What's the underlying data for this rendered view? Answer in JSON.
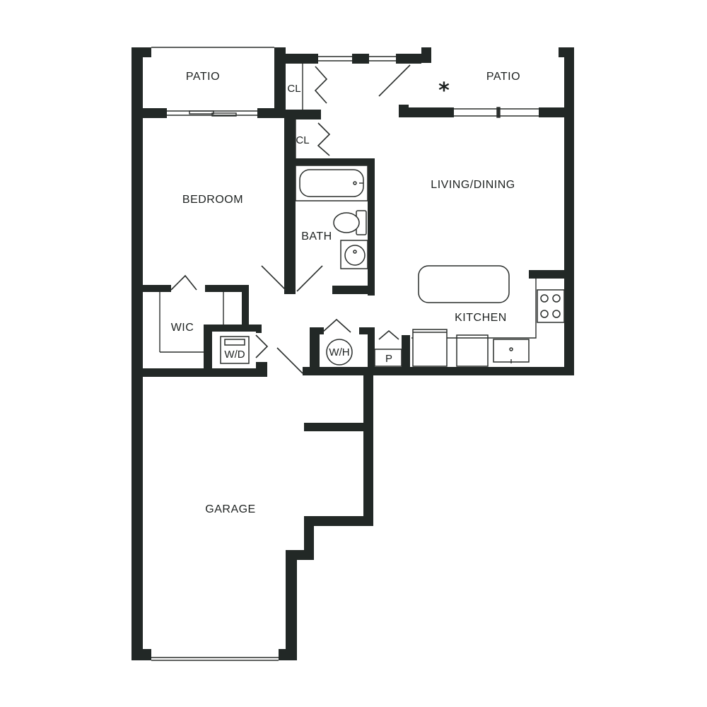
{
  "floorplan": {
    "rooms": {
      "patio_left": "PATIO",
      "patio_right": "PATIO",
      "closet_top": "CL",
      "closet_mid": "CL",
      "bedroom": "BEDROOM",
      "bath": "BATH",
      "living_dining": "LIVING/DINING",
      "kitchen": "KITCHEN",
      "wic": "WIC",
      "washer_dryer": "W/D",
      "water_heater": "W/H",
      "pantry": "P",
      "garage": "GARAGE"
    },
    "marker_symbol": "*"
  },
  "colors": {
    "wall": "#222826",
    "background": "#ffffff"
  }
}
